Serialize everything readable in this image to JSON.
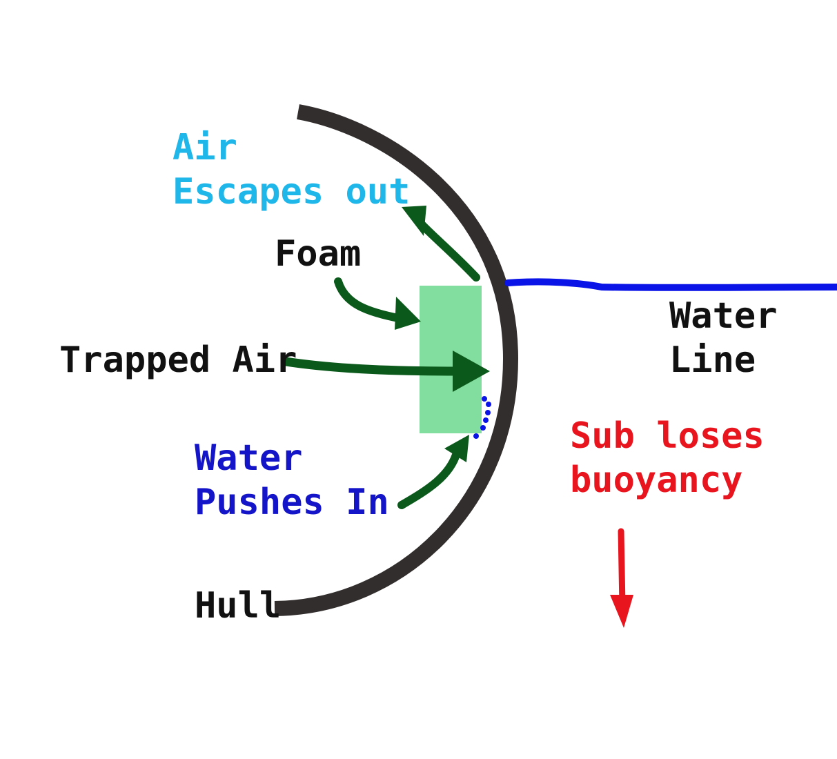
{
  "labels": {
    "air_escapes": [
      "Air",
      "Escapes out"
    ],
    "foam": "Foam",
    "trapped_air": "Trapped Air",
    "water_pushes_in": [
      "Water",
      "Pushes In"
    ],
    "water_line": [
      "Water",
      "Line"
    ],
    "sub_loses_buoyancy": [
      "Sub loses",
      "buoyancy"
    ],
    "hull": "Hull"
  },
  "colors": {
    "hull": "#332e2e",
    "arrow": "#0b5a1c",
    "foam": "#82de9e",
    "water": "#0a14e6",
    "air_text": "#1fb6ea",
    "water_text": "#1414c8",
    "sink_text": "#e8141e",
    "text": "#111111"
  }
}
